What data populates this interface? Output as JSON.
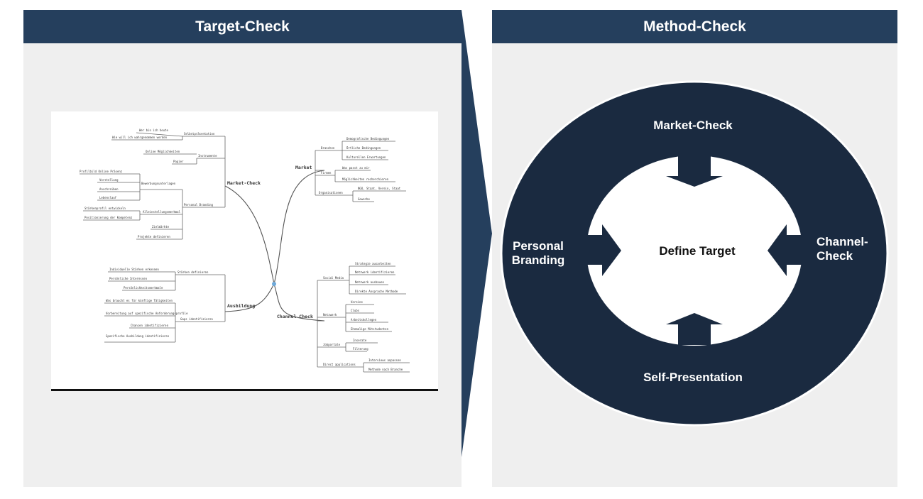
{
  "left_panel": {
    "title": "Target-Check",
    "mindmap": {
      "center_branches": {
        "market_check": "Market-Check",
        "ausbildung": "Ausbildung",
        "market": "Market",
        "channel_check": "Channel Check"
      },
      "nodes": {
        "n1": "Wer bin ich heute",
        "n2": "Wie will ich wahrgenommen werden",
        "n3": "Selbstpräsentation",
        "n4": "Online Möglichkeiten",
        "n5": "Papier",
        "n6": "Instrumente",
        "n7": "Profilbild Online Präsenz",
        "n8": "Vorstellung",
        "n9": "Anschreiben",
        "n10": "Lebenslauf",
        "n11": "Bewerbungsunterlagen",
        "n12": "Personal Branding",
        "n13": "Stärkenprofil entwickeln",
        "n14": "Positionierung der Kompetenz",
        "n15": "Alleinstellungsmerkmal",
        "n16": "Zielmärkte",
        "n17": "Projekte definieren",
        "n18": "Branchen",
        "n19": "Demografische Bedingungen",
        "n20": "Örtliche Bedingungen",
        "n21": "Kulturellen Erwartungen",
        "n22": "Firmen",
        "n23": "Was passt zu mir",
        "n24": "Möglichkeiten recherchieren",
        "n25": "Organisationen",
        "n26": "NGO, Staat, Verein, Staat",
        "n27": "Gewerbe",
        "n28": "Individuelle Stärken erkennen",
        "n29": "Persönliche Interessen",
        "n30": "Persönlichkeitsmerkmale",
        "n31": "Stärken definieren",
        "n32": "Was braucht es für künftige Tätigkeiten",
        "n33": "Vorbereitung auf spezifische Anforderungsprofile",
        "n34": "Chancen identifizieren",
        "n35": "Spezifische Ausbildung identifizieren",
        "n36": "Gaps identifizieren",
        "n37": "Social Media",
        "n38": "Strategie ausarbeiten",
        "n39": "Netzwerk identifizieren",
        "n40": "Netzwerk ausbauen",
        "n41": "Direkte Ansprache Methode",
        "n42": "Netzwerk",
        "n43": "Vereine",
        "n44": "Clubs",
        "n45": "Arbeitskollegen",
        "n46": "Ehemalige Mitstudenten",
        "n47": "Jobportale",
        "n48": "Inserate",
        "n49": "Filterung",
        "n50": "Direct applications",
        "n51": "Interviews anpassen",
        "n52": "Methode nach Branche"
      }
    }
  },
  "right_panel": {
    "title": "Method-Check",
    "labels": {
      "top": "Market-Check",
      "left": "Personal\nBranding",
      "right": "Channel-\nCheck",
      "bottom": "Self-Presentation",
      "center": "Define Target"
    }
  },
  "colors": {
    "header_bg": "#253f5d",
    "ring": "#1a2a40",
    "panel_bg": "#efefef"
  }
}
